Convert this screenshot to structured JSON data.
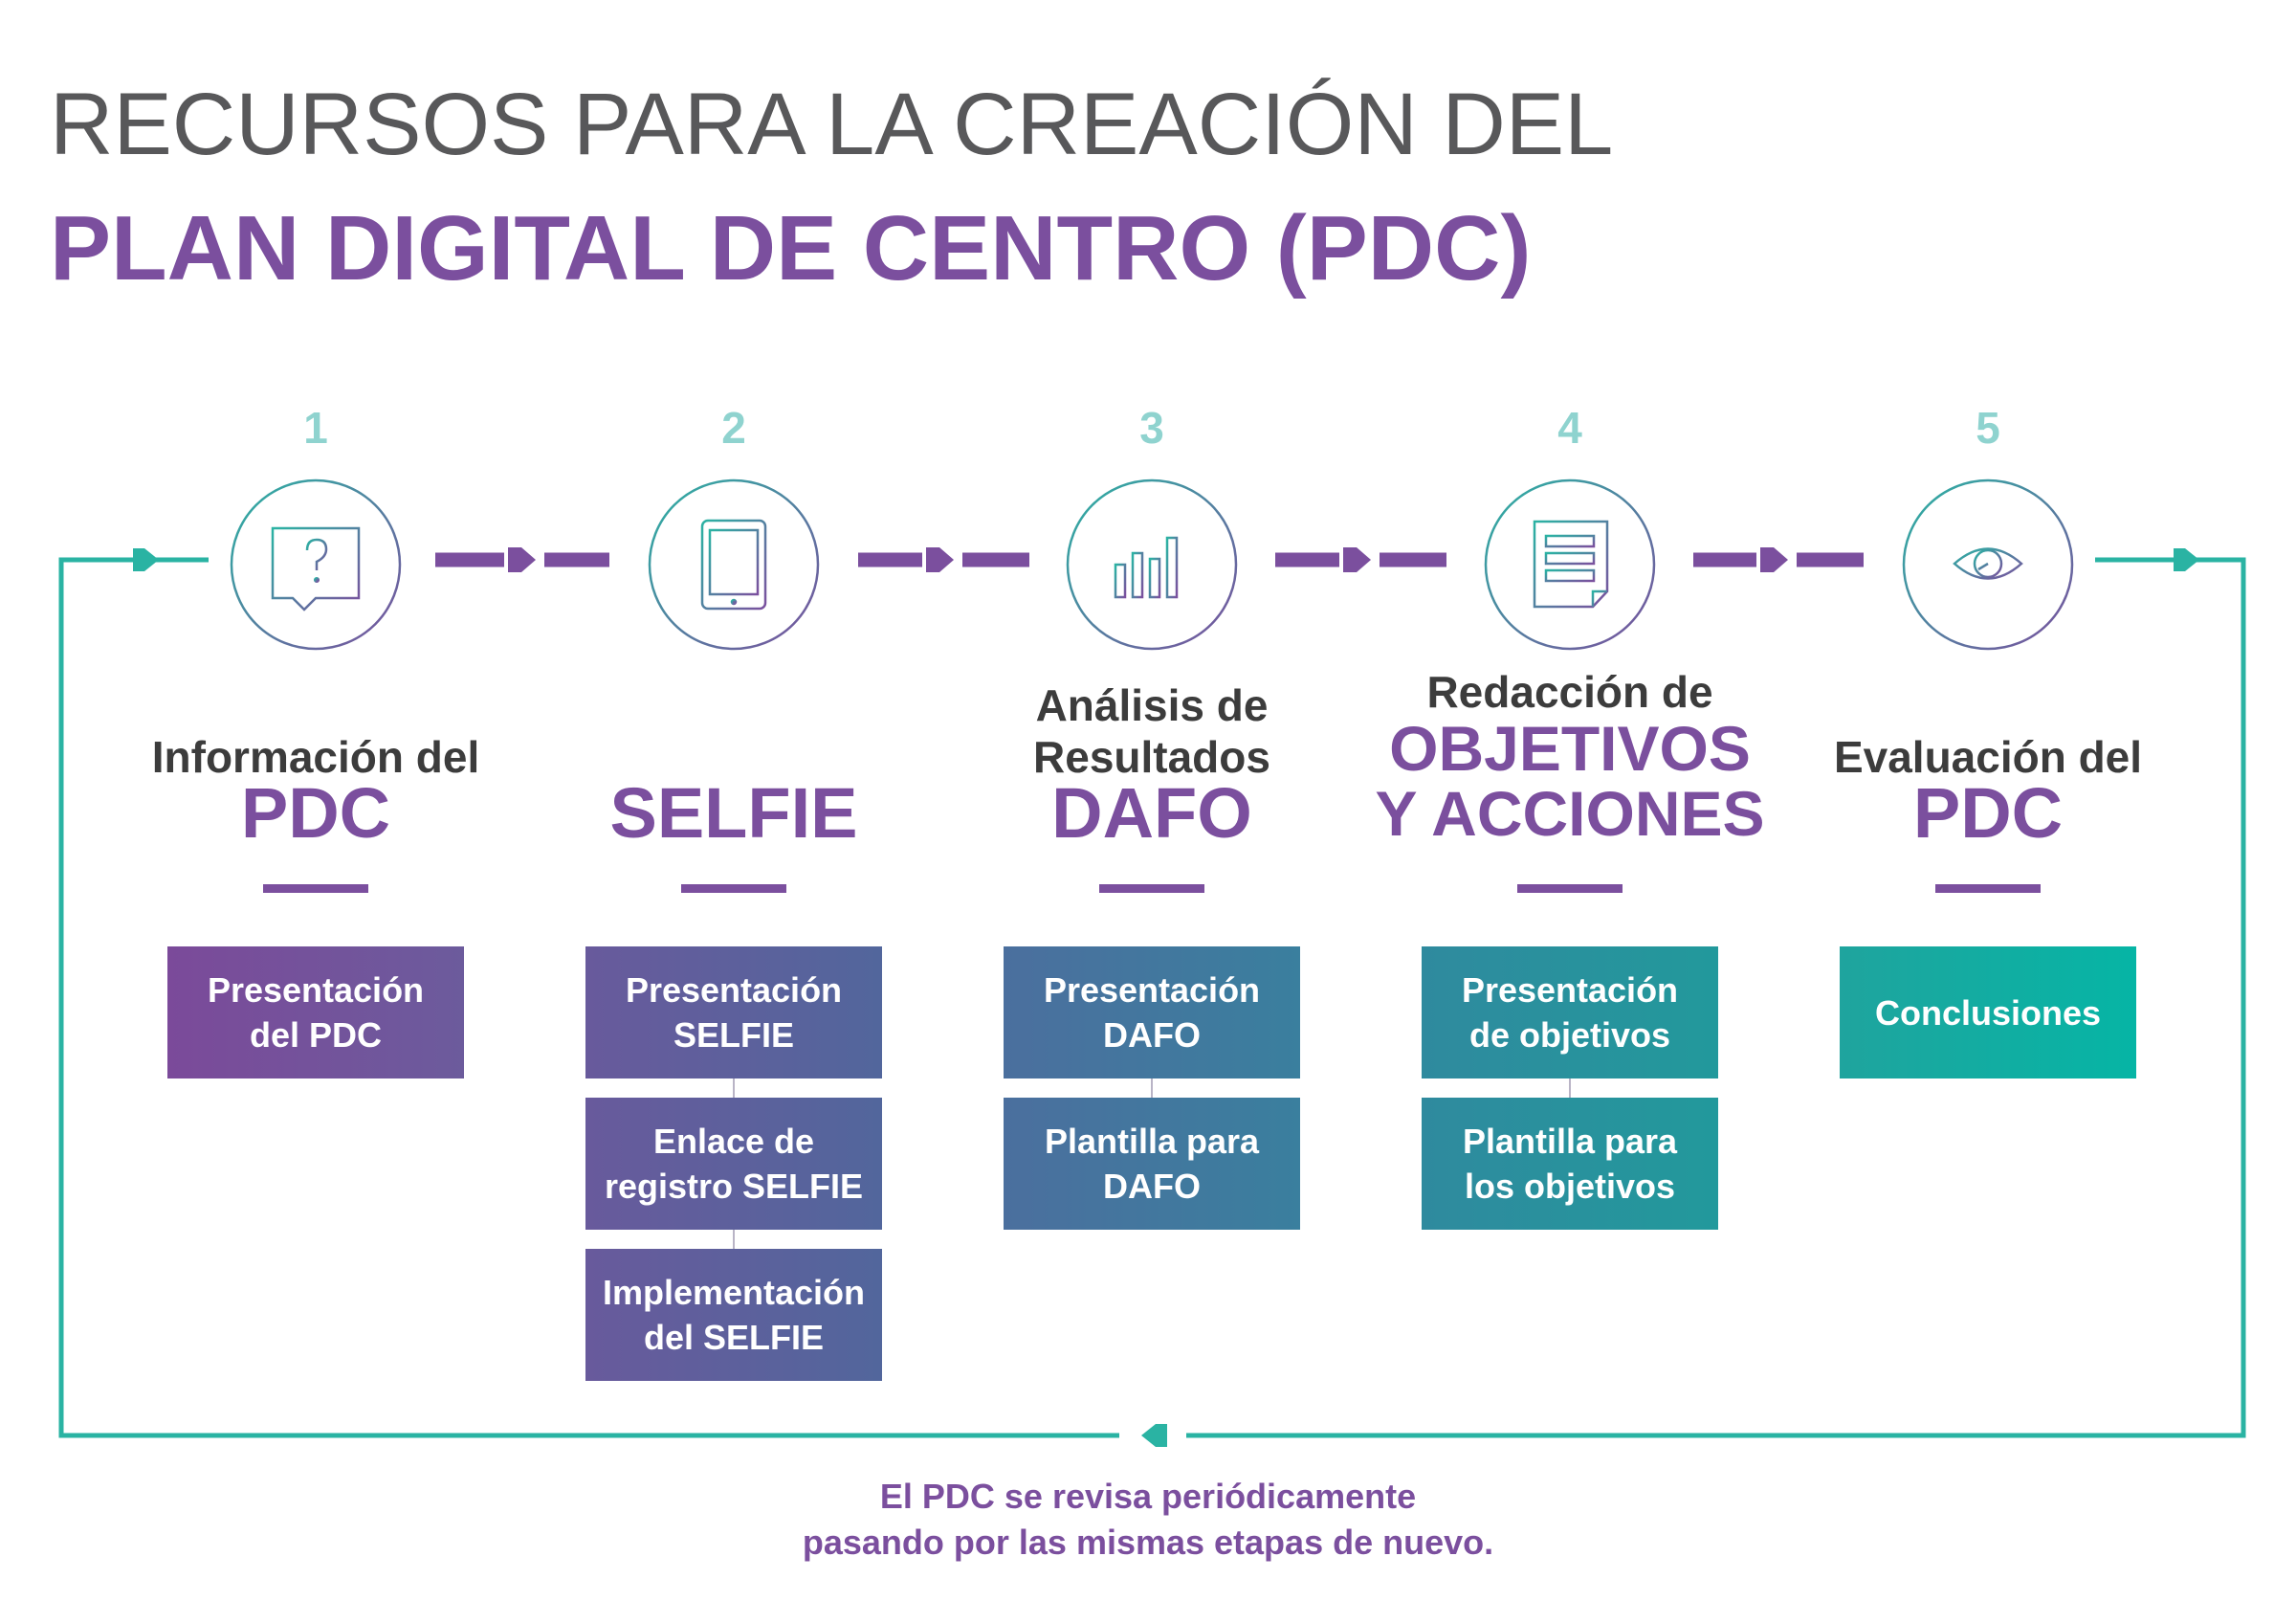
{
  "title": {
    "line1": "RECURSOS PARA LA CREACIÓN DEL",
    "line2": "PLAN DIGITAL DE CENTRO (PDC)"
  },
  "colors": {
    "purple": "#7b4f9e",
    "teal": "#2ab3a3",
    "number": "#8fd3cf",
    "gray_text": "#58585a"
  },
  "stages": [
    {
      "number": "1",
      "icon": "question-bubble-icon",
      "small": "Información del",
      "big": "PDC",
      "boxes": [
        {
          "label": "Presentación\ndel PDC"
        }
      ]
    },
    {
      "number": "2",
      "icon": "tablet-icon",
      "small": "",
      "big": "SELFIE",
      "boxes": [
        {
          "label": "Presentación\nSELFIE"
        },
        {
          "label": "Enlace de\nregistro SELFIE"
        },
        {
          "label": "Implementación\ndel SELFIE"
        }
      ]
    },
    {
      "number": "3",
      "icon": "bar-chart-icon",
      "small": "Análisis de\nResultados",
      "big": "DAFO",
      "boxes": [
        {
          "label": "Presentación\nDAFO"
        },
        {
          "label": "Plantilla para\nDAFO"
        }
      ]
    },
    {
      "number": "4",
      "icon": "document-icon",
      "small": "Redacción de",
      "big": "OBJETIVOS\nY ACCIONES",
      "boxes": [
        {
          "label": "Presentación\nde objetivos"
        },
        {
          "label": "Plantilla para\nlos objetivos"
        }
      ]
    },
    {
      "number": "5",
      "icon": "eye-icon",
      "small": "Evaluación del",
      "big": "PDC",
      "boxes": [
        {
          "label": "Conclusiones"
        }
      ]
    }
  ],
  "footer": {
    "line1": "El PDC se revisa periódicamente",
    "line2": "pasando por las mismas etapas de nuevo."
  }
}
